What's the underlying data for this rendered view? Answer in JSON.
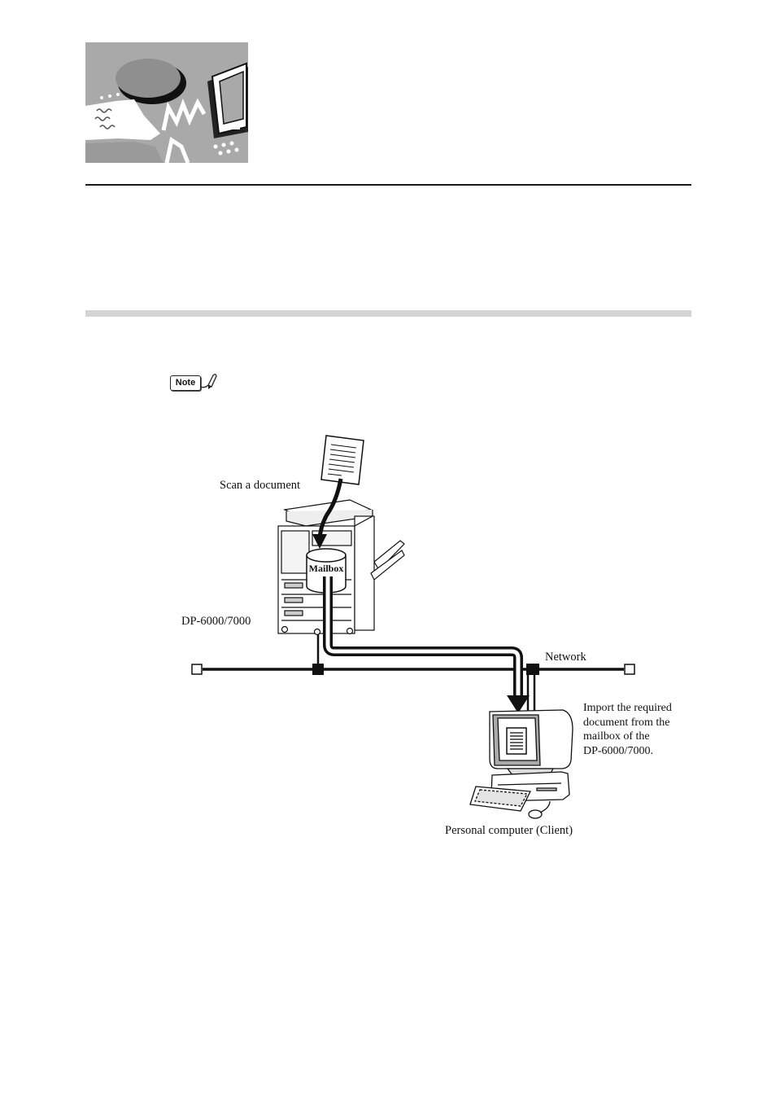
{
  "note": {
    "badge_label": "Note"
  },
  "diagram": {
    "scan_label": "Scan a document",
    "mailbox_label": "Mailbox",
    "device_label": "DP-6000/7000",
    "network_label": "Network",
    "import_lines": [
      "Import the required",
      "document from the",
      "mailbox of the",
      "DP-6000/7000."
    ],
    "client_label": "Personal computer (Client)"
  },
  "colors": {
    "rule": "#1a1a1a",
    "band": "#d4d4d4",
    "illustration_gray": "#aaaaaa"
  }
}
